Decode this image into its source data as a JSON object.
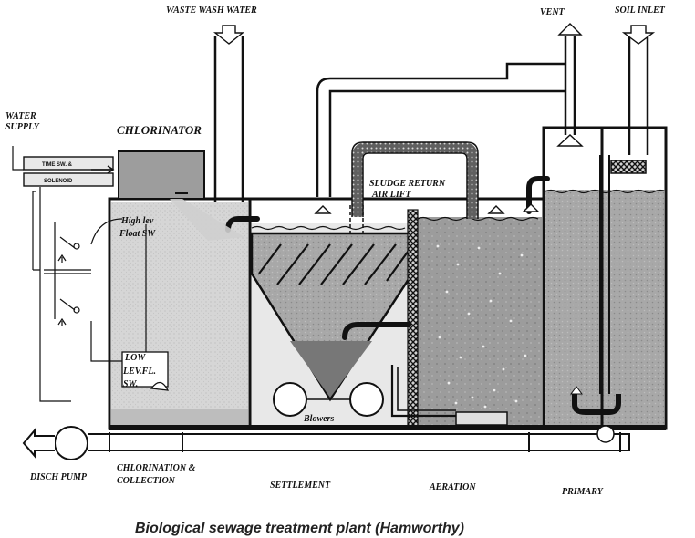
{
  "labels": {
    "waste_wash_water": "WASTE WASH WATER",
    "vent": "VENT",
    "soil_inlet": "SOIL INLET",
    "water_supply_1": "WATER",
    "water_supply_2": "SUPPLY",
    "chlorinator": "CHLORINATOR",
    "time_sw": "TIME SW. &",
    "solenoid": "SOLENOID",
    "sludge_return_1": "SLUDGE RETURN",
    "sludge_return_2": "AIR LIFT",
    "high_lev_1": "High lev",
    "high_lev_2": "Float SW",
    "low_lev_1": "LOW",
    "low_lev_2": "LEV.FL.",
    "low_lev_3": "SW.",
    "blowers": "Blowers",
    "disch_pump": "DISCH PUMP",
    "chlorination_1": "CHLORINATION &",
    "chlorination_2": "COLLECTION",
    "settlement": "SETTLEMENT",
    "aeration": "AERATION",
    "primary": "PRIMARY"
  },
  "caption": "Biological sewage treatment plant (Hamworthy)"
}
